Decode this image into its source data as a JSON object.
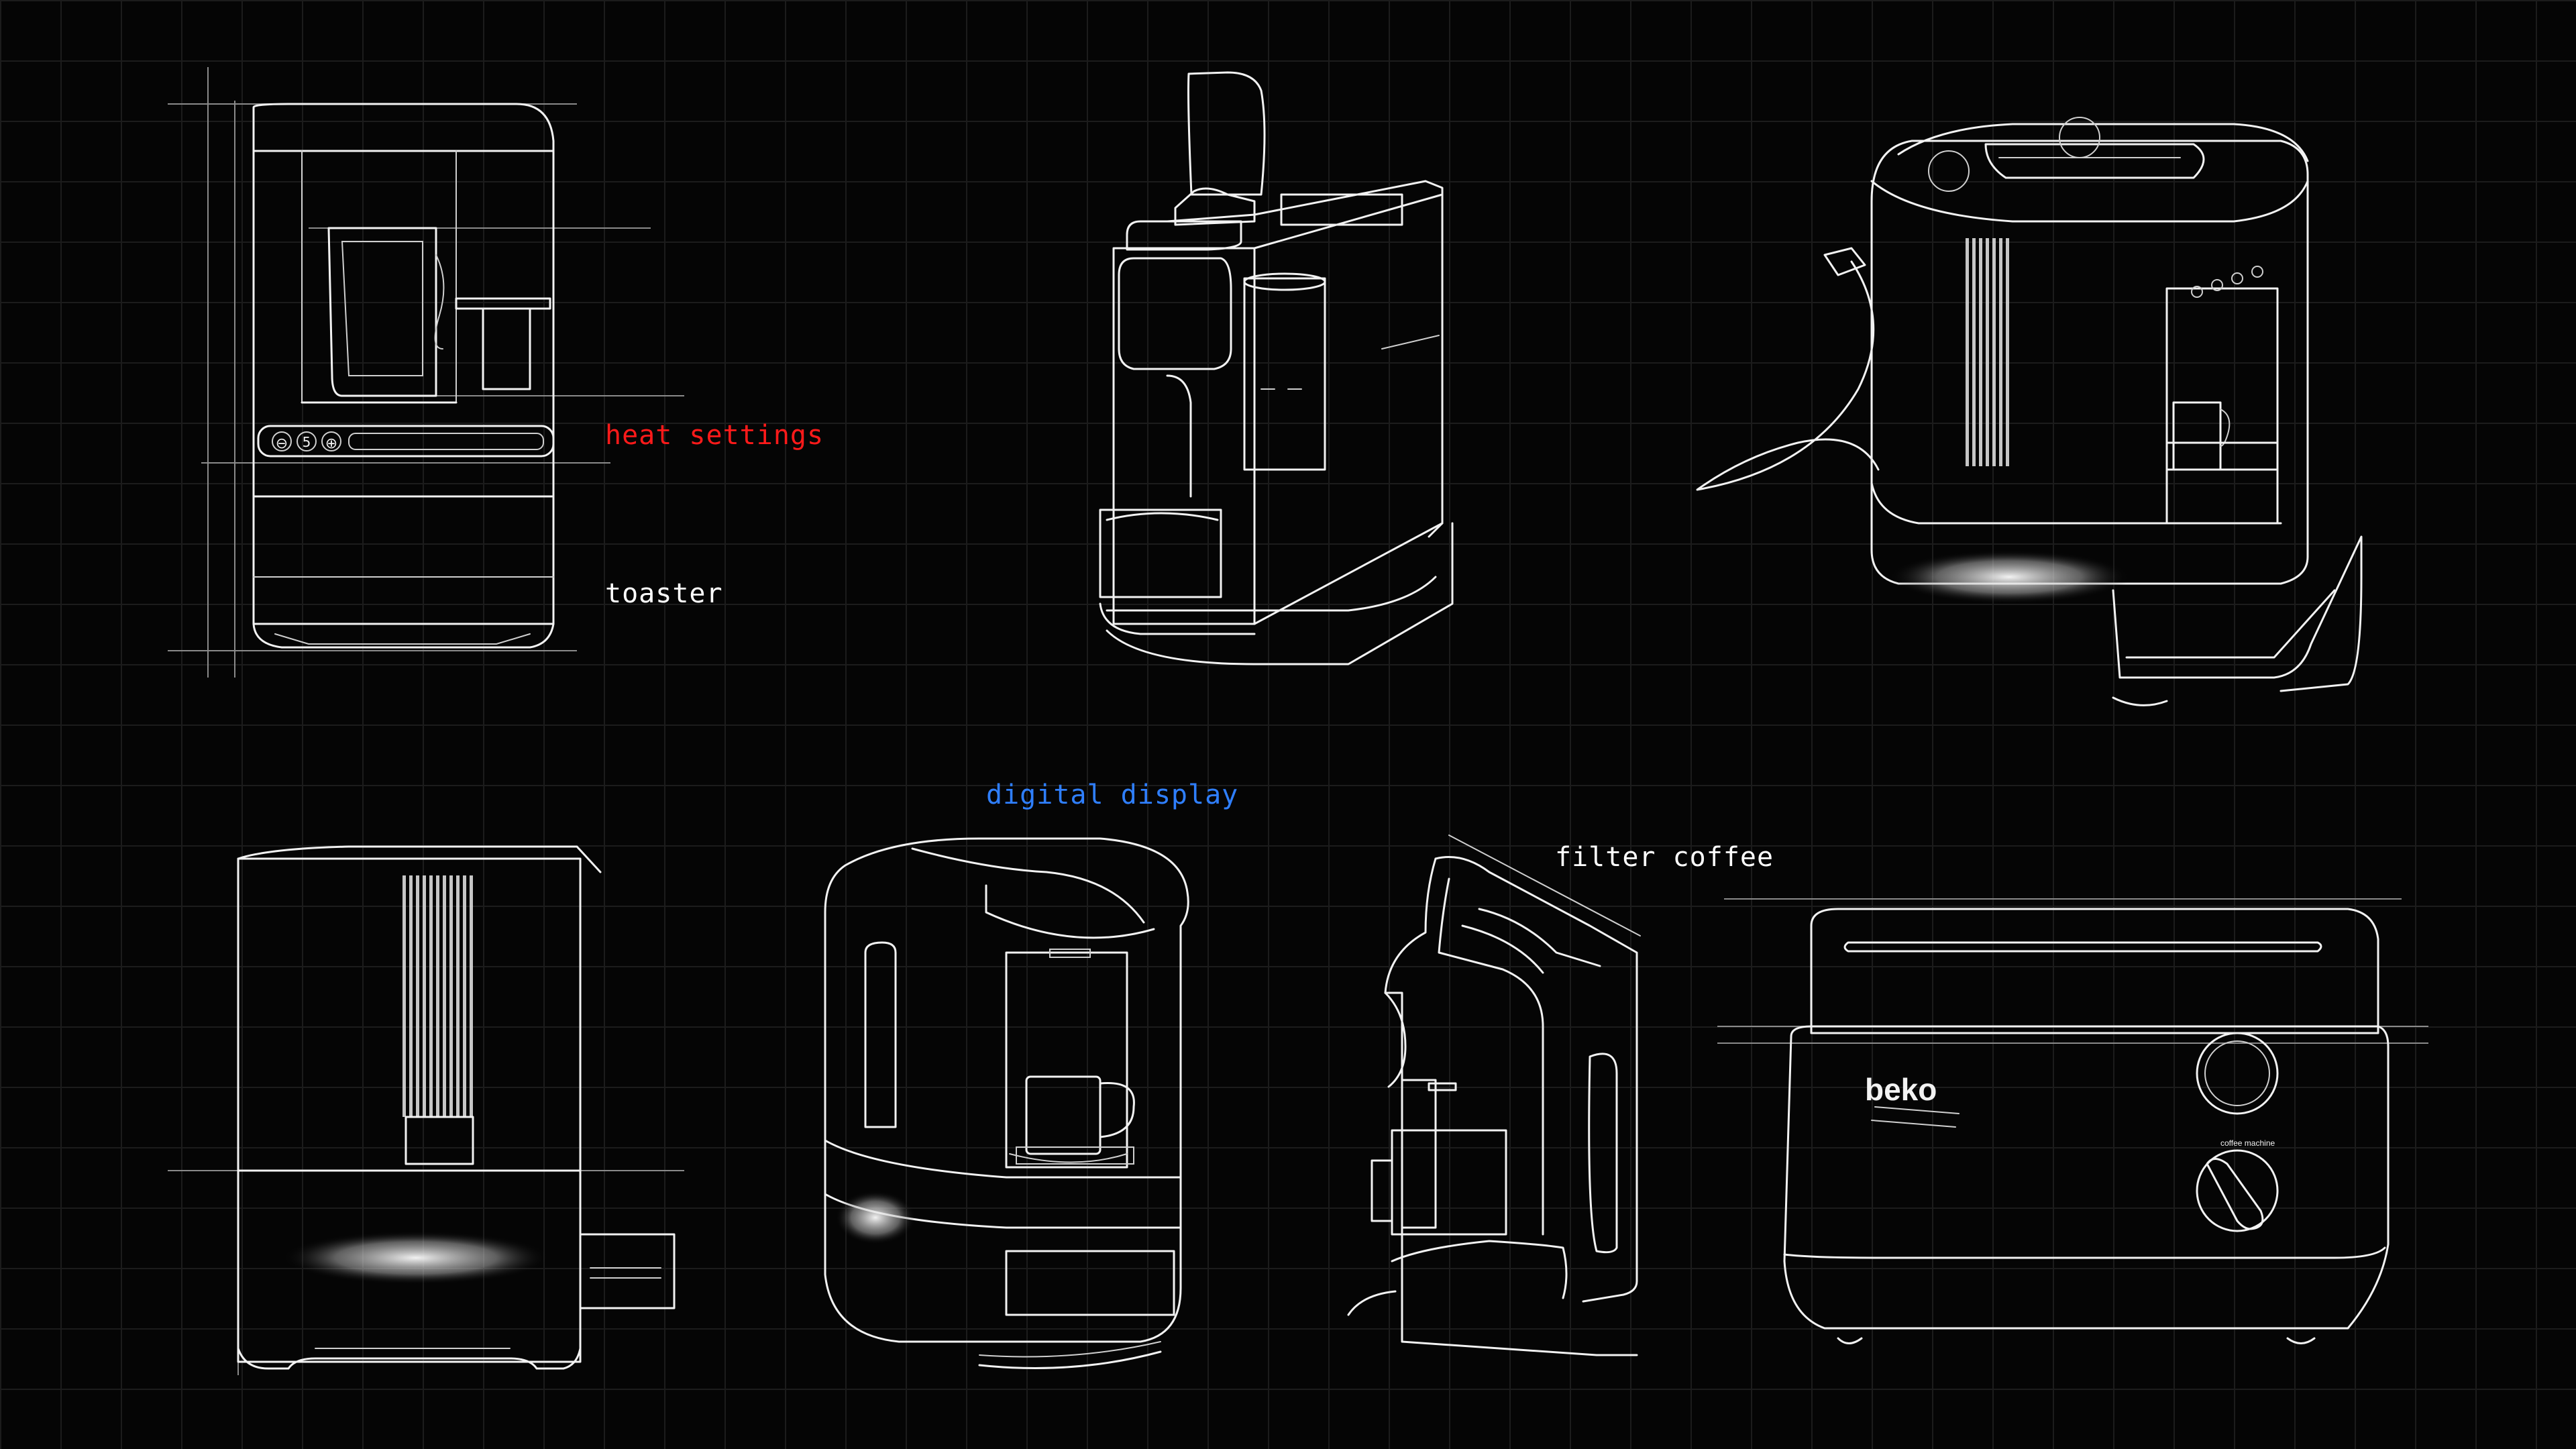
{
  "annotations": {
    "heat_settings": "heat settings",
    "toaster": "toaster",
    "digital_display": "digital display",
    "filter_coffee": "filter coffee"
  },
  "toaster_front": {
    "control_minus": "⊖",
    "control_value": "5",
    "control_plus": "⊕"
  },
  "brand_device": {
    "logo": "beko",
    "dial_caption": "coffee machine"
  },
  "colors": {
    "background": "#050505",
    "grid": "#1c1c1c",
    "line": "#f2f2f2",
    "heat_settings": "#ff1a1a",
    "digital_display": "#2f7fff",
    "neutral_annotation": "#ffffff"
  }
}
